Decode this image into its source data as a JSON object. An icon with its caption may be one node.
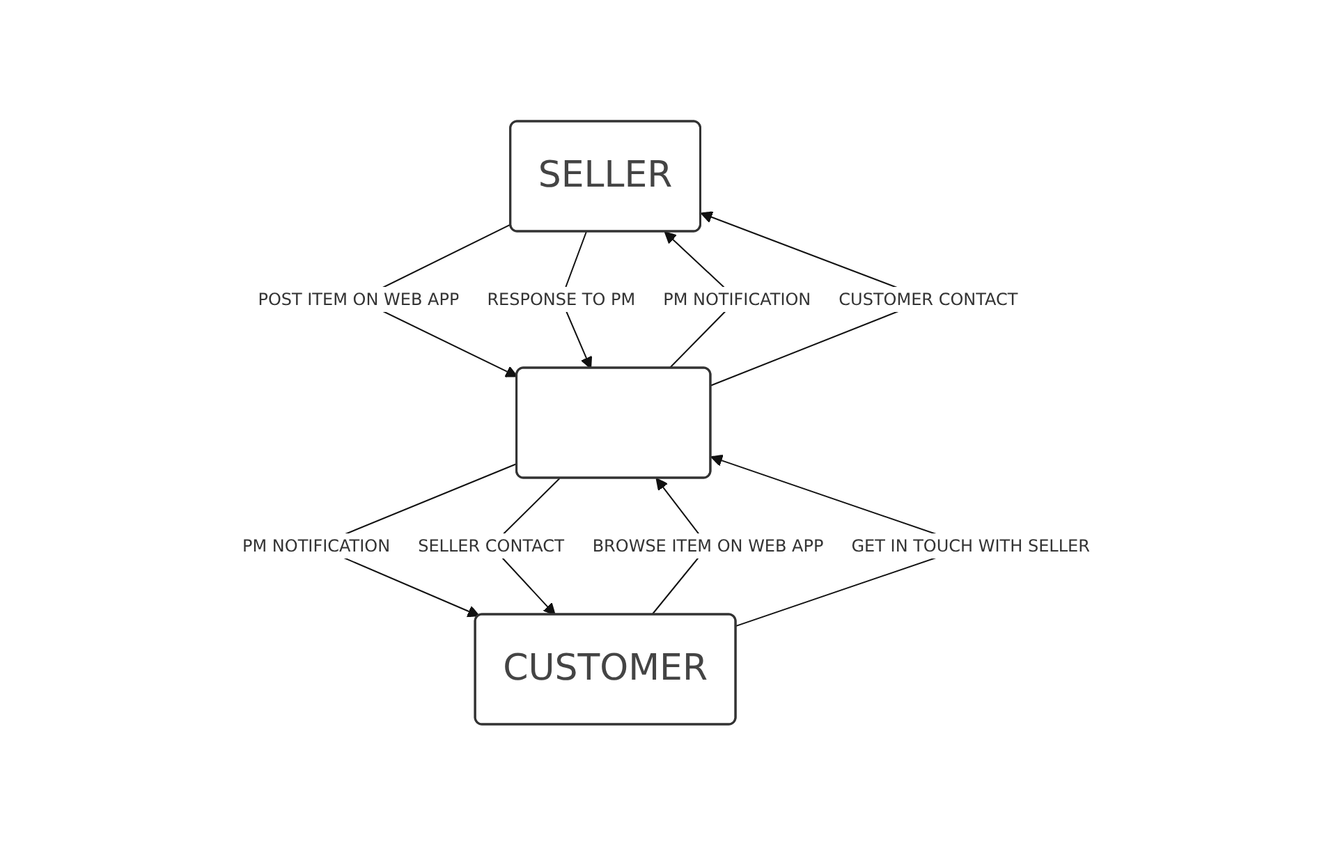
{
  "diagram": {
    "nodes": [
      {
        "text": [
          "SELLER"
        ]
      },
      {
        "text": [],
        "shape": "box"
      },
      {
        "text": [
          "CUSTOMER"
        ]
      }
    ],
    "edges": [
      {
        "from": 0,
        "to": 1,
        "arrow": "to",
        "label": "POST ITEM ON WEB APP"
      },
      {
        "from": 0,
        "to": 1,
        "arrow": "to",
        "label": "RESPONSE TO PM"
      },
      {
        "from": 1,
        "to": 0,
        "arrow": "to",
        "label": "PM NOTIFICATION"
      },
      {
        "from": 1,
        "to": 0,
        "arrow": "to",
        "label": "CUSTOMER CONTACT"
      },
      {
        "from": 1,
        "to": 2,
        "arrow": "to",
        "label": "PM NOTIFICATION"
      },
      {
        "from": 1,
        "to": 2,
        "arrow": "to",
        "label": "SELLER CONTACT"
      },
      {
        "from": 2,
        "to": 1,
        "arrow": "to",
        "label": "BROWSE ITEM ON WEB APP"
      },
      {
        "from": 2,
        "to": 1,
        "arrow": "to",
        "label": "GET IN TOUCH WITH SELLER"
      }
    ]
  }
}
